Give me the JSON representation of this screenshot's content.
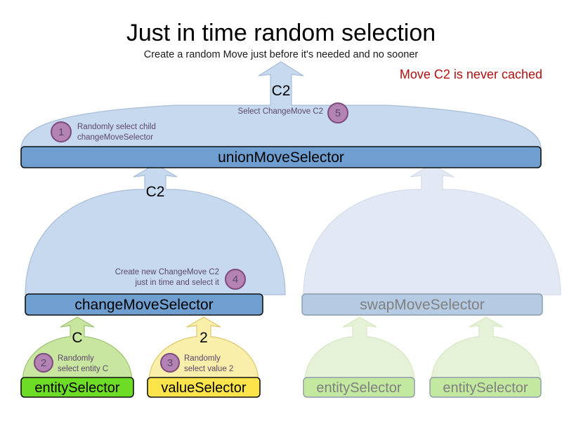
{
  "header": {
    "title": "Just in time random selection",
    "subtitle": "Create a random Move just before it's needed and no sooner",
    "callout": "Move C2 is never cached",
    "callout_color": "#b01010"
  },
  "palette": {
    "arrow_blue_fill": "#c6d9ef",
    "arrow_blue_stroke": "#a8bdd6",
    "arrow_blue_faded_fill": "#e2e9f4",
    "arrow_green_fill": "#c8e6a0",
    "arrow_green_stroke": "#9dc46f",
    "arrow_green_faded_fill": "#e5f2d8",
    "arrow_yellow_fill": "#faeeab",
    "arrow_yellow_stroke": "#ddc96a",
    "box_blue_fill": "#6f9fd0",
    "box_blue_stroke": "#111111",
    "box_blue_faded_fill": "#b4cbe3",
    "box_blue_faded_stroke": "#8b9aa8",
    "box_green_fill": "#6ddc27",
    "box_green_stroke": "#111111",
    "box_green_faded_fill": "#c3e8a0",
    "box_green_faded_stroke": "#8b9aa8",
    "box_yellow_fill": "#fce44a",
    "box_yellow_stroke": "#111111",
    "badge_fill": "#b383b3",
    "badge_stroke": "#7d4a7d",
    "note_text": "#5b476b",
    "dim_text": "#808080"
  },
  "nodes": {
    "union": {
      "label": "unionMoveSelector",
      "state": "active"
    },
    "change": {
      "label": "changeMoveSelector",
      "state": "active"
    },
    "swap": {
      "label": "swapMoveSelector",
      "state": "faded"
    },
    "entity_c": {
      "label": "entitySelector",
      "state": "active"
    },
    "value_2": {
      "label": "valueSelector",
      "state": "active"
    },
    "swap_entity_left": {
      "label": "entitySelector",
      "state": "faded"
    },
    "swap_entity_right": {
      "label": "entitySelector",
      "state": "faded"
    }
  },
  "flow_labels": {
    "union_out": "C2",
    "change_out": "C2",
    "entity_out": "C",
    "value_out": "2"
  },
  "steps": [
    {
      "number": "1",
      "text": "Randomly select child\nchangeMoveSelector",
      "align": "left"
    },
    {
      "number": "2",
      "text": "Randomly\nselect entity C",
      "align": "left"
    },
    {
      "number": "3",
      "text": "Randomly\nselect value 2",
      "align": "left"
    },
    {
      "number": "4",
      "text": "Create new ChangeMove C2\njust in time and select it",
      "align": "right"
    },
    {
      "number": "5",
      "text": "Select ChangeMove C2",
      "align": "right"
    }
  ]
}
